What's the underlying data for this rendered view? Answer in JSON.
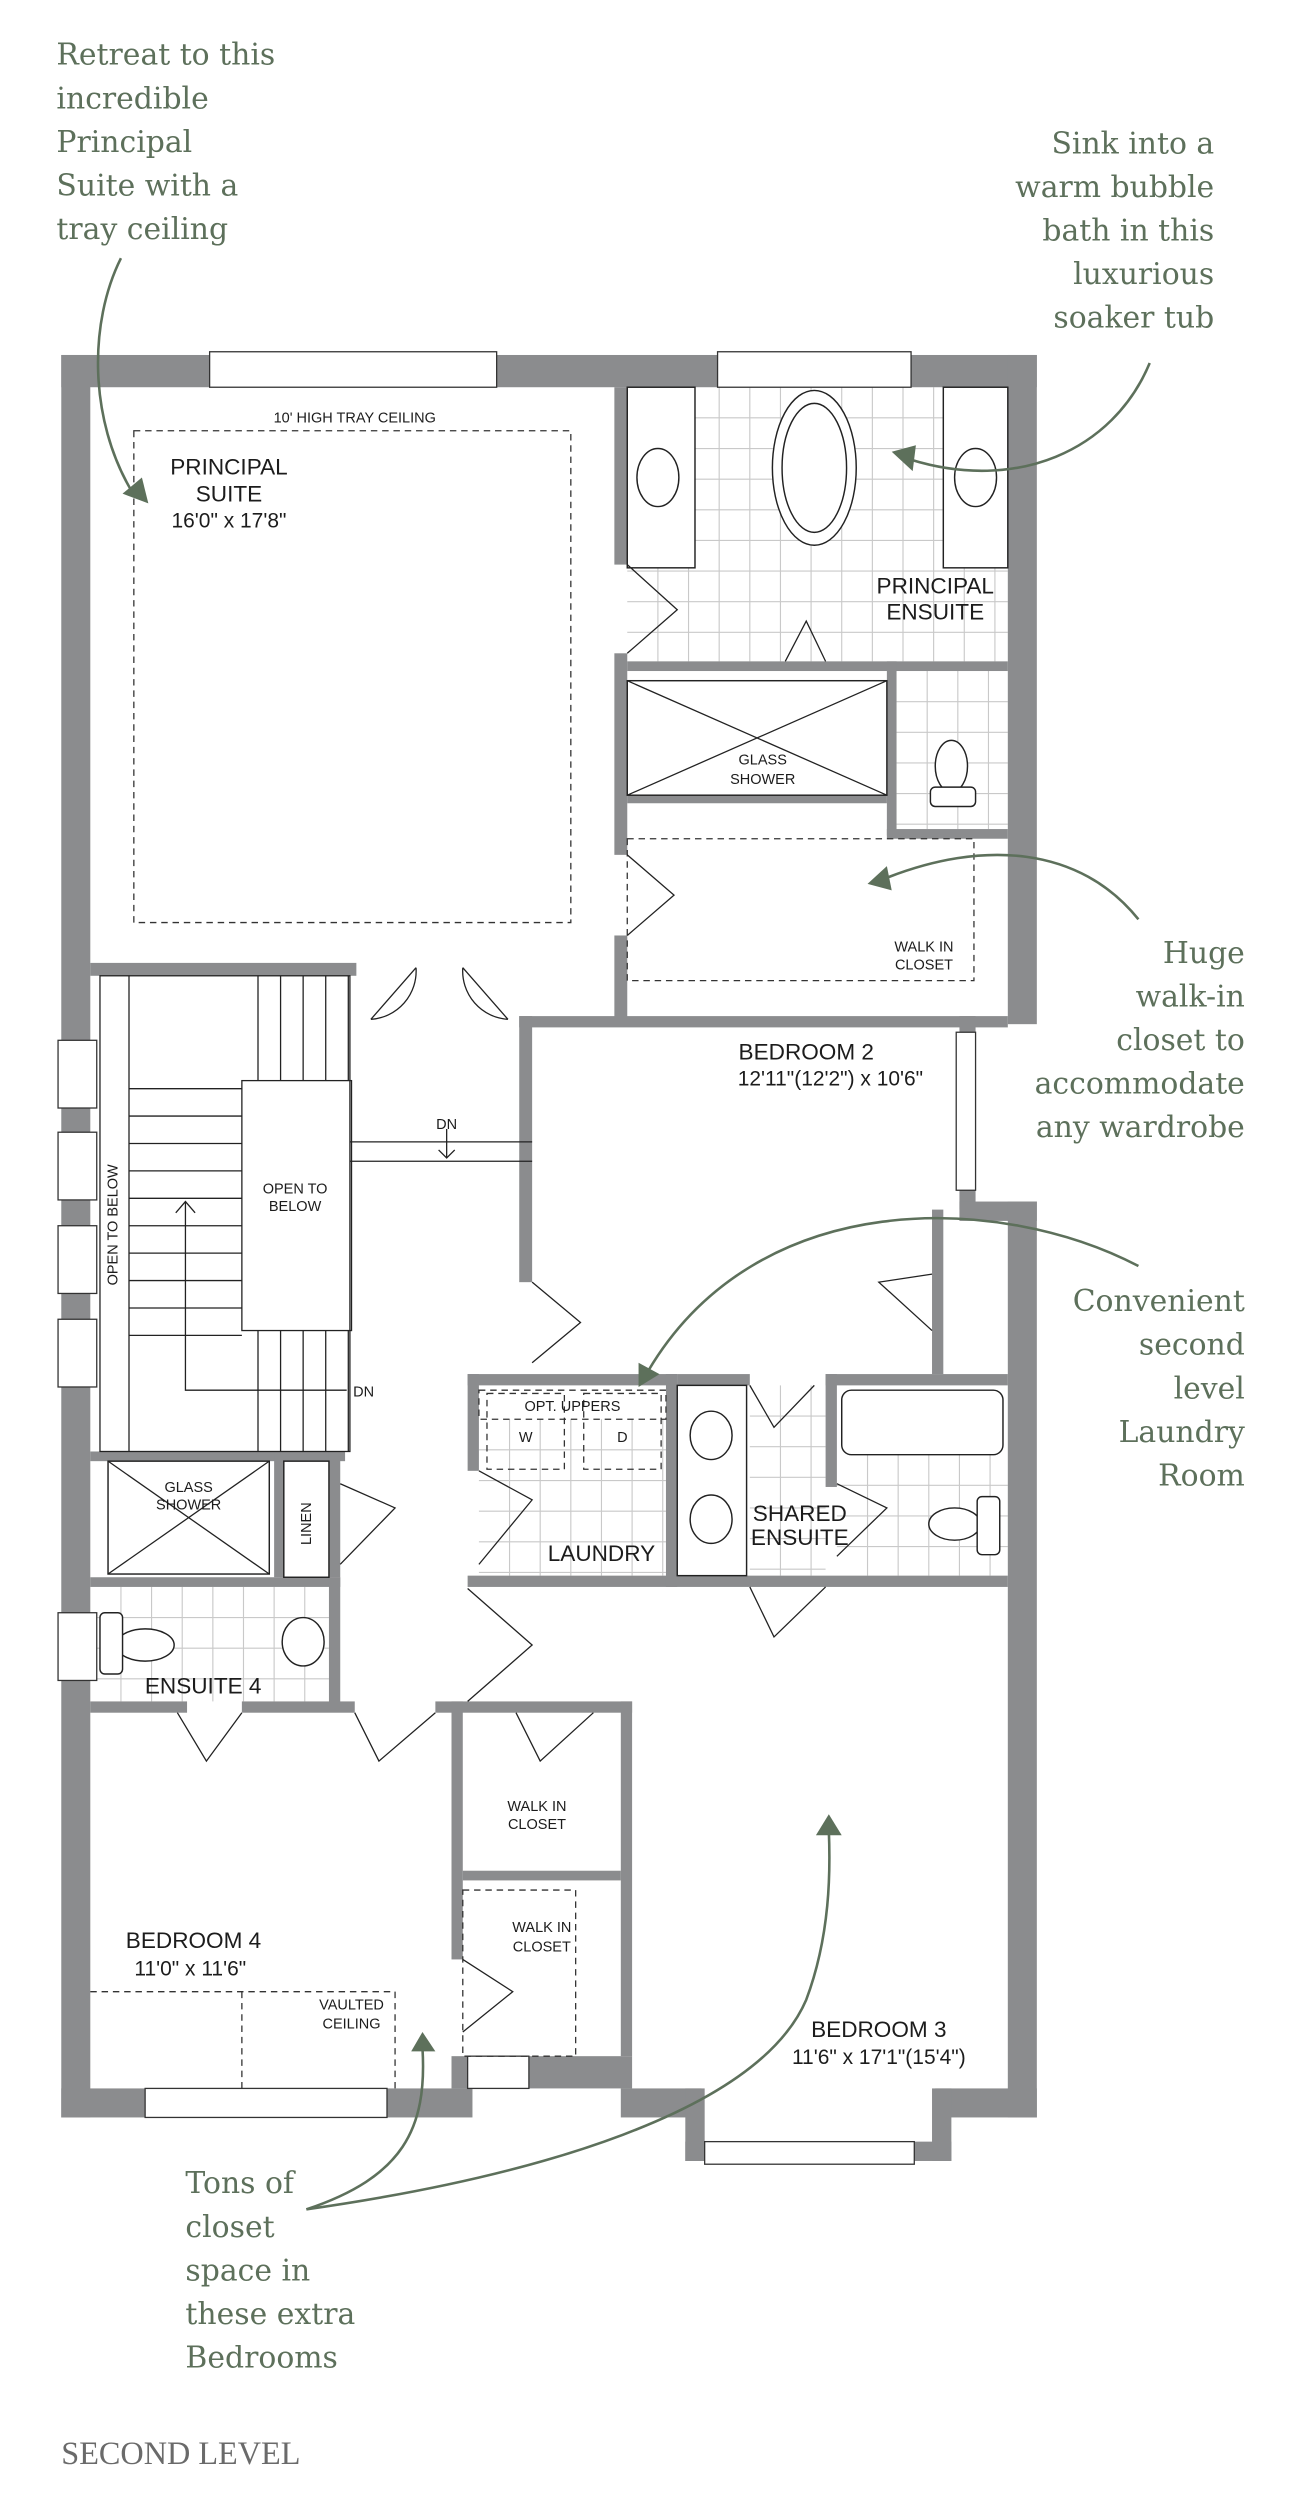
{
  "annotations": {
    "principal_suite": [
      "Retreat to this",
      "incredible",
      "Principal",
      "Suite with a",
      "tray ceiling"
    ],
    "soaker_tub": [
      "Sink into a",
      "warm bubble",
      "bath in this",
      "luxurious",
      "soaker tub"
    ],
    "walk_in": [
      "Huge",
      "walk-in",
      "closet to",
      "accommodate",
      "any wardrobe"
    ],
    "laundry": [
      "Convenient",
      "second",
      "level",
      "Laundry",
      "Room"
    ],
    "closets": [
      "Tons of",
      "closet",
      "space in",
      "these extra",
      "Bedrooms"
    ]
  },
  "rooms": {
    "tray_ceiling": "10' HIGH TRAY CEILING",
    "principal_suite": {
      "name1": "PRINCIPAL",
      "name2": "SUITE",
      "dims": "16'0\" x 17'8\""
    },
    "principal_ensuite": {
      "name1": "PRINCIPAL",
      "name2": "ENSUITE"
    },
    "glass_shower_1": {
      "l1": "GLASS",
      "l2": "SHOWER"
    },
    "walk_in_closet_1": {
      "l1": "WALK IN",
      "l2": "CLOSET"
    },
    "bedroom2": {
      "name": "BEDROOM 2",
      "dims": "12'11\"(12'2\") x 10'6\""
    },
    "open_to_below_1": {
      "l1": "OPEN TO",
      "l2": "BELOW"
    },
    "open_to_below_2": "OPEN TO BELOW",
    "dn1": "DN",
    "dn2": "DN",
    "laundry": {
      "name": "LAUNDRY",
      "opt": "OPT. UPPERS",
      "w": "W",
      "d": "D"
    },
    "shared_ensuite": {
      "name1": "SHARED",
      "name2": "ENSUITE"
    },
    "glass_shower_2": {
      "l1": "GLASS",
      "l2": "SHOWER"
    },
    "linen": "LINEN",
    "ensuite4": "ENSUITE 4",
    "walk_in_closet_2": {
      "l1": "WALK IN",
      "l2": "CLOSET"
    },
    "walk_in_closet_3": {
      "l1": "WALK IN",
      "l2": "CLOSET"
    },
    "bedroom4": {
      "name": "BEDROOM 4",
      "dims": "11'0\" x 11'6\"",
      "vault1": "VAULTED",
      "vault2": "CEILING"
    },
    "bedroom3": {
      "name": "BEDROOM 3",
      "dims": "11'6\" x 17'1\"(15'4\")"
    }
  },
  "level_label": "SECOND LEVEL",
  "colors": {
    "wall": "#8b8c8e",
    "annotation": "#5d705b"
  }
}
